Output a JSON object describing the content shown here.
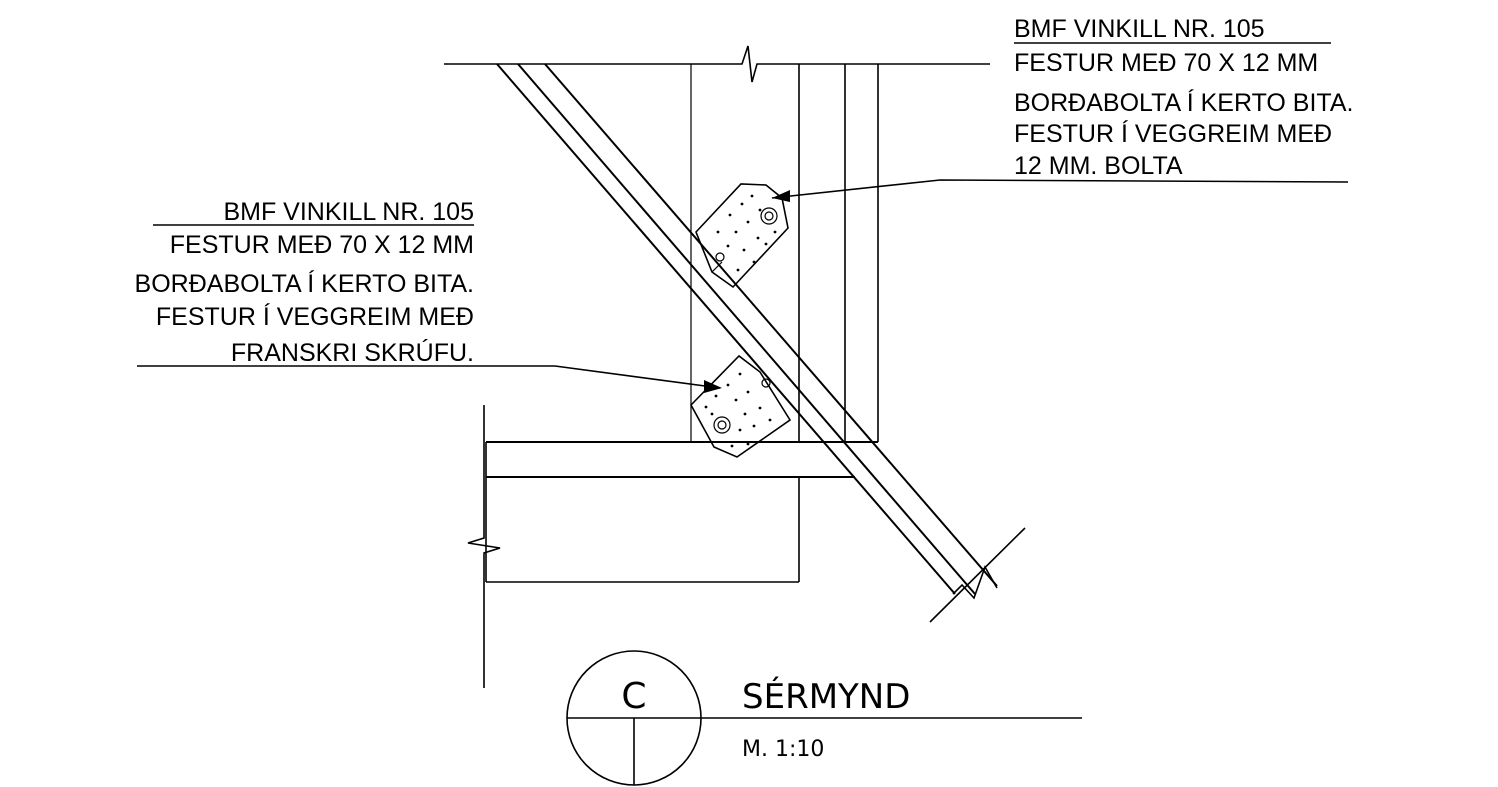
{
  "callout_right": {
    "lines": [
      "BMF VINKILL NR. 105",
      "FESTUR MEÐ 70 X  12 MM",
      "BORÐABOLTA Í KERTO BITA.",
      "FESTUR Í VEGGREIM MEÐ",
      "12 MM. BOLTA"
    ]
  },
  "callout_left": {
    "lines": [
      "BMF VINKILL NR. 105",
      "FESTUR MEÐ 70 X  12 MM",
      "BORÐABOLTA Í KERTO BITA.",
      "FESTUR Í VEGGREIM MEÐ",
      "FRANSKRI SKRÚFU."
    ]
  },
  "title_block": {
    "detail_letter": "C",
    "title": "SÉRMYND",
    "scale": "M. 1:10"
  }
}
